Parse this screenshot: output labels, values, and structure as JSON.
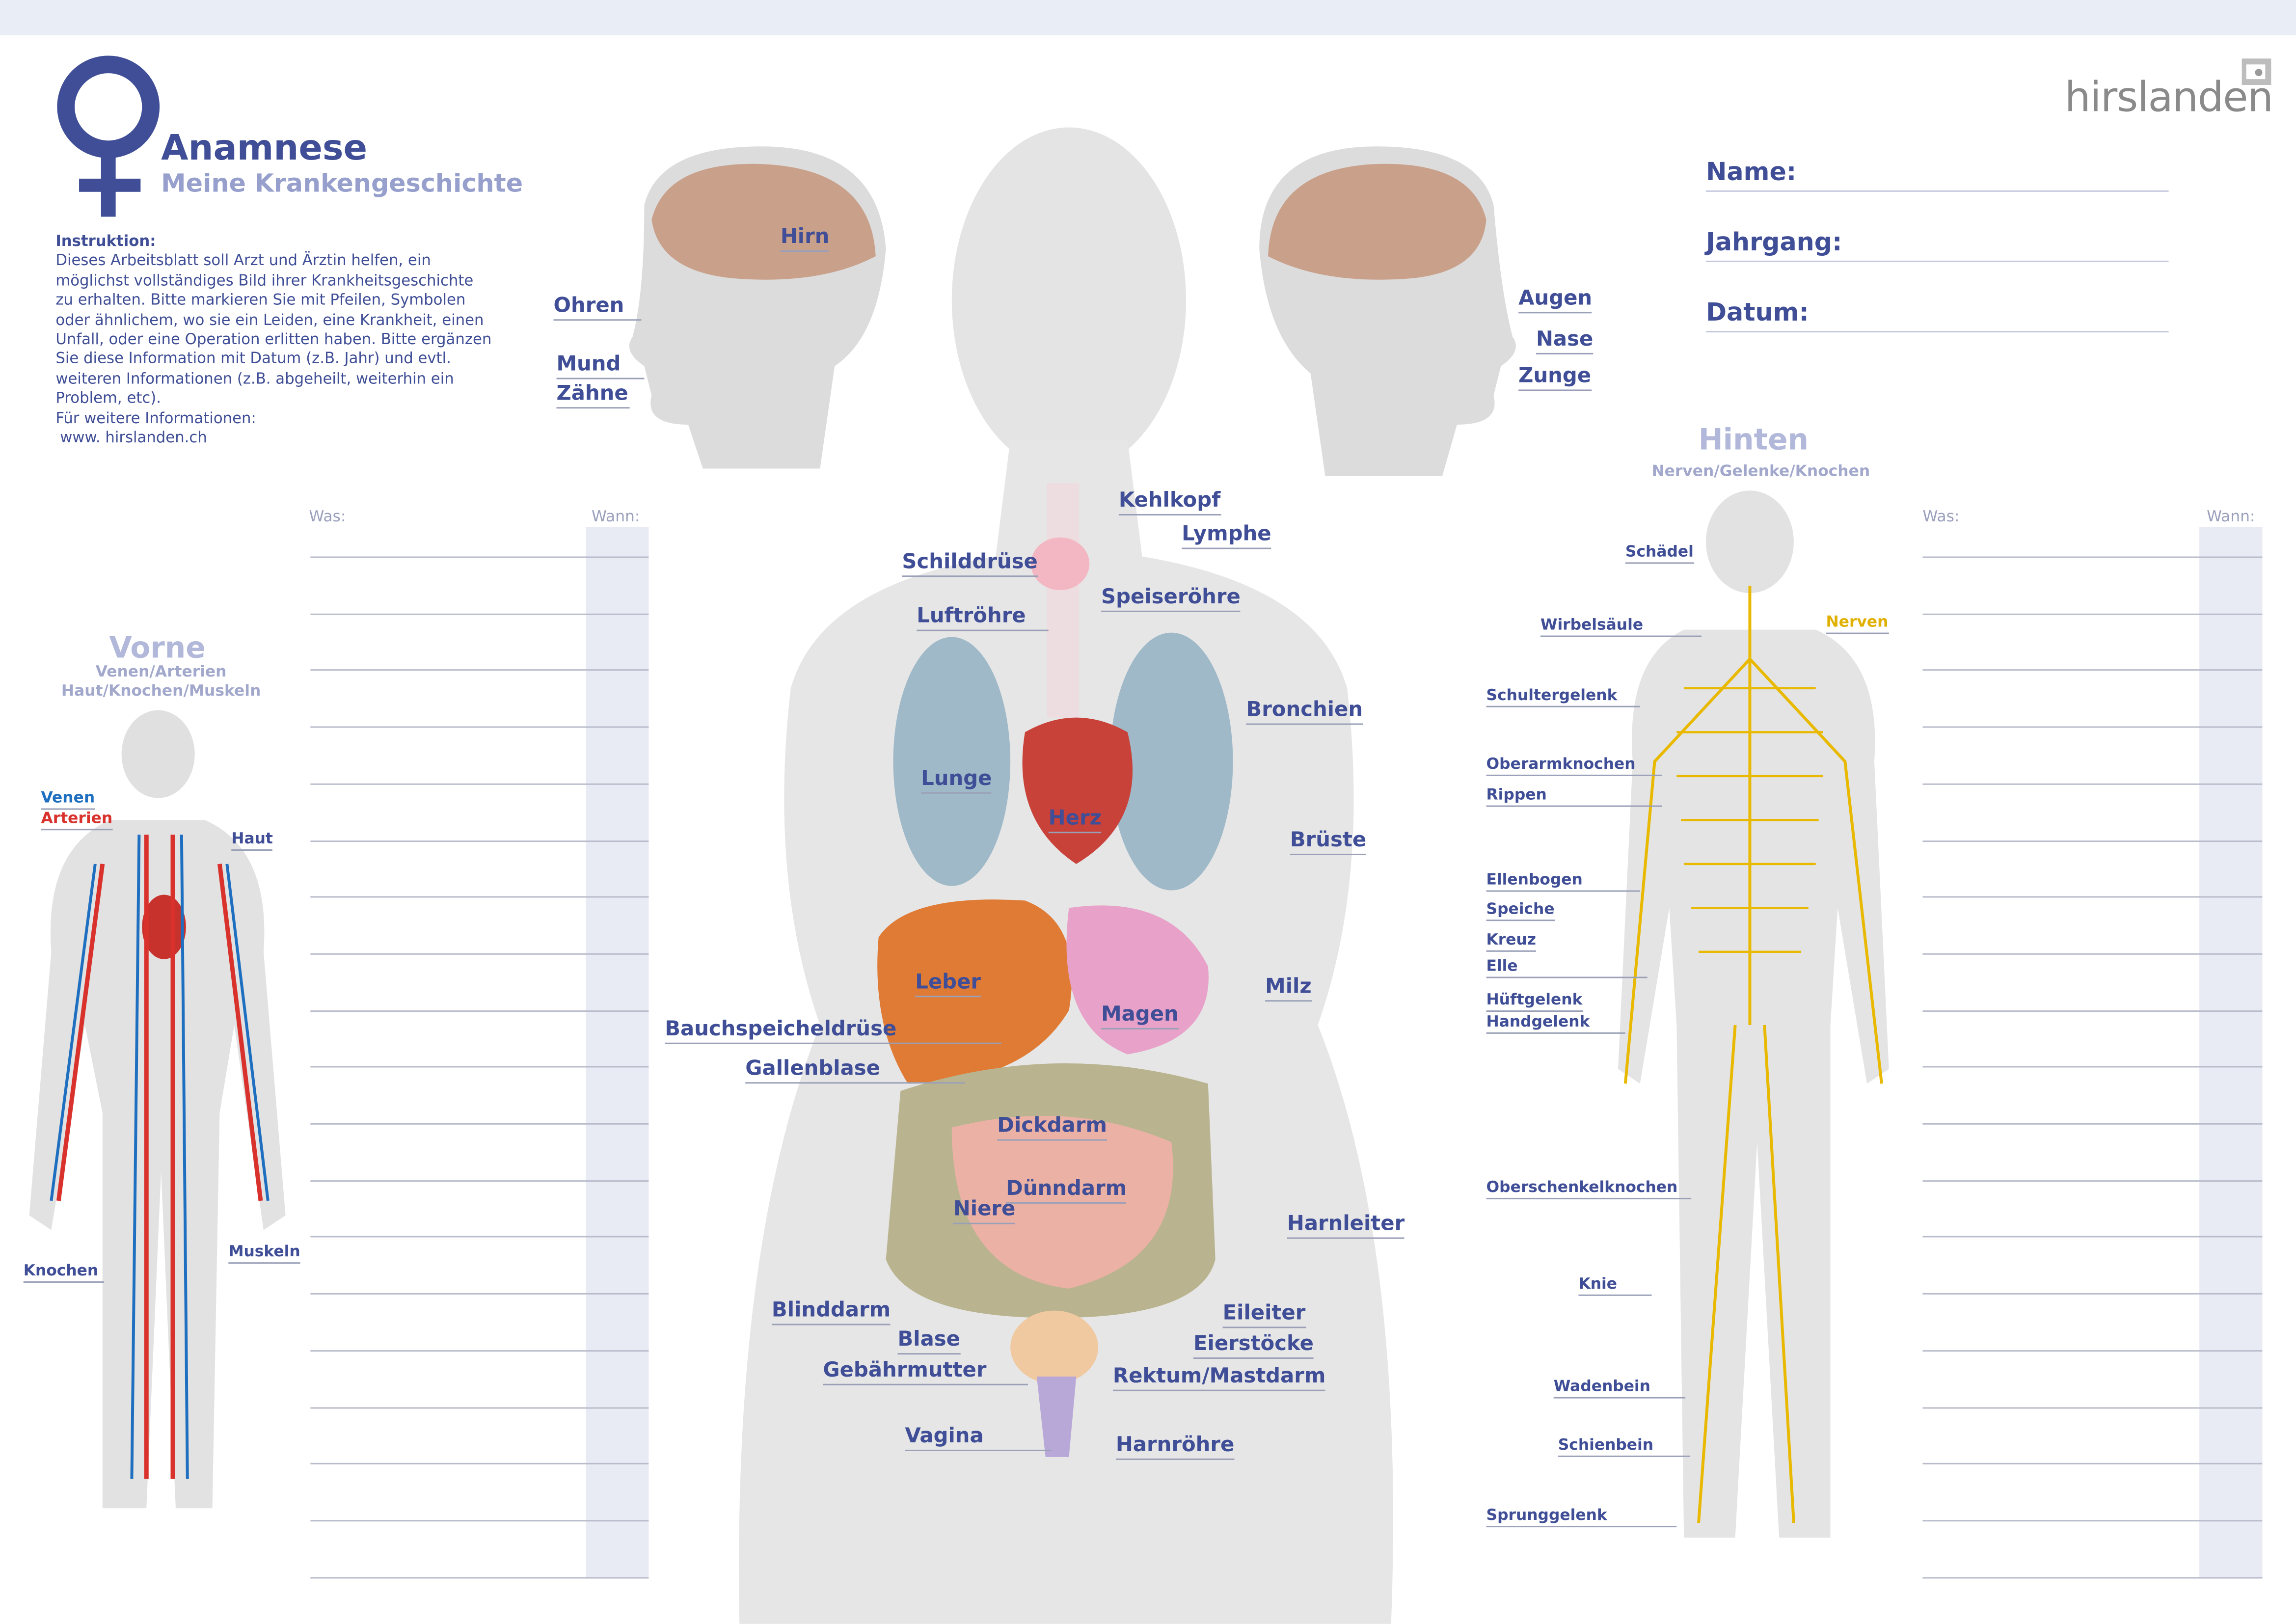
{
  "header": {
    "title": "Anamnese",
    "subtitle": "Meine Krankengeschichte",
    "instruction_heading": "Instruktion:",
    "instruction_text": "Dieses Arbeitsblatt soll Arzt und Ärztin helfen, ein möglichst vollständiges Bild ihrer Krankheitsgeschichte zu erhalten. Bitte markieren Sie mit Pfeilen, Symbolen oder ähnlichem, wo sie ein Leiden, eine Krankheit, einen Unfall, oder eine Operation erlitten haben. Bitte ergänzen Sie diese Information mit Datum (z.B. Jahr) und evtl. weiteren Informationen (z.B. abgeheilt, weiterhin ein Problem, etc).",
    "more_info": "Für weitere Informationen:",
    "website": "www. hirslanden.ch",
    "logo": "hirslanden",
    "symbol_icon": "female-symbol-icon"
  },
  "fields": {
    "name": "Name:",
    "jahrgang": "Jahrgang:",
    "datum": "Datum:"
  },
  "colors": {
    "primary": "#3f4e96",
    "light": "#97a0cc",
    "venen": "#1f6fc0",
    "arterien": "#d9322c",
    "nerven": "#e8b900"
  },
  "tables": {
    "left": {
      "was": "Was:",
      "wann": "Wann:",
      "rows": 19
    },
    "right": {
      "was": "Was:",
      "wann": "Wann:",
      "rows": 19
    }
  },
  "head_labels": [
    "Hirn",
    "Ohren",
    "Mund",
    "Zähne",
    "Augen",
    "Nase",
    "Zunge"
  ],
  "torso_labels": [
    "Kehlkopf",
    "Lymphe",
    "Schilddrüse",
    "Speiseröhre",
    "Luftröhre",
    "Bronchien",
    "Lunge",
    "Herz",
    "Brüste",
    "Leber",
    "Milz",
    "Magen",
    "Bauchspeicheldrüse",
    "Gallenblase",
    "Dickdarm",
    "Dünndarm",
    "Niere",
    "Harnleiter",
    "Blinddarm",
    "Eileiter",
    "Blase",
    "Eierstöcke",
    "Gebährmutter",
    "Rektum/Mastdarm",
    "Vagina",
    "Harnröhre"
  ],
  "vorne": {
    "title": "Vorne",
    "subtitle1": "Venen/Arterien",
    "subtitle2": "Haut/Knochen/Muskeln",
    "labels": [
      "Venen",
      "Arterien",
      "Haut",
      "Knochen",
      "Muskeln"
    ]
  },
  "hinten": {
    "title": "Hinten",
    "subtitle": "Nerven/Gelenke/Knochen",
    "labels": [
      "Schädel",
      "Wirbelsäule",
      "Nerven",
      "Schultergelenk",
      "Oberarmknochen",
      "Rippen",
      "Ellenbogen",
      "Speiche",
      "Kreuz",
      "Elle",
      "Hüftgelenk",
      "Handgelenk",
      "Oberschenkelknochen",
      "Knie",
      "Wadenbein",
      "Schienbein",
      "Sprunggelenk"
    ]
  }
}
